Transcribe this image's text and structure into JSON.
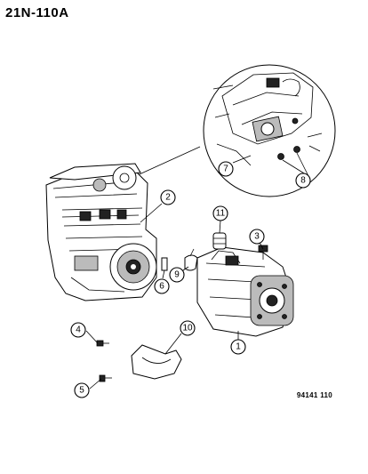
{
  "header": {
    "figure_id": "21N-110A"
  },
  "footer": {
    "figure_code": "94141 110"
  },
  "callouts": [
    "1",
    "2",
    "3",
    "4",
    "5",
    "6",
    "7",
    "8",
    "9",
    "10",
    "11"
  ]
}
